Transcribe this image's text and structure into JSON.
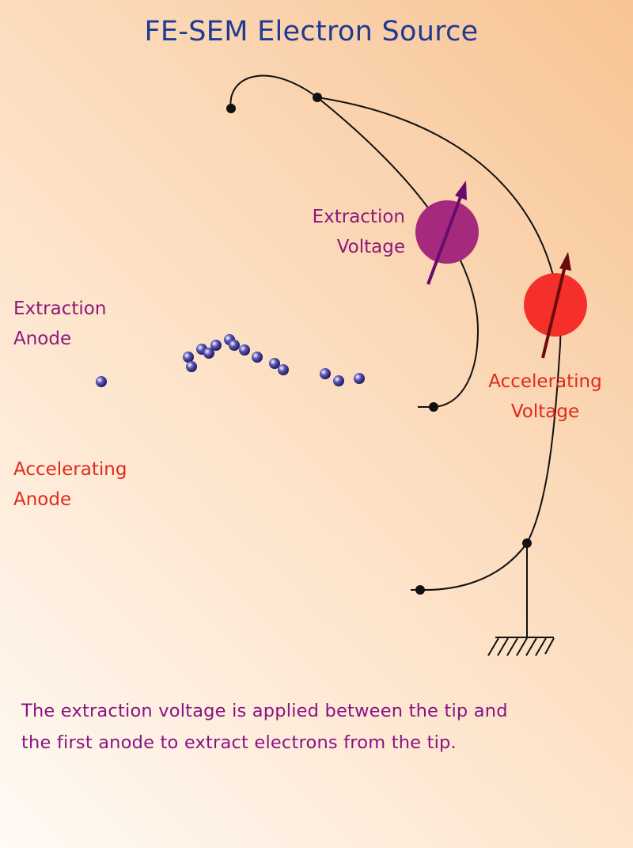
{
  "title": "FE-SEM Electron Source",
  "labels": {
    "extraction_voltage": [
      "Extraction",
      "Voltage"
    ],
    "accelerating_voltage": [
      "Accelerating",
      "Voltage"
    ],
    "extraction_anode": [
      "Extraction",
      "Anode"
    ],
    "accelerating_anode": [
      "Accelerating",
      "Anode"
    ]
  },
  "caption": [
    "The extraction voltage is applied between the tip and",
    "the first anode to extract electrons from the tip."
  ],
  "colors": {
    "title": "#1f3a93",
    "extraction": "#8b1a7a",
    "extraction_source_fill": "#a52a7e",
    "extraction_arrow": "#6b0a6e",
    "accelerating": "#e02a1c",
    "accelerating_source_fill": "#f5302a",
    "accelerating_arrow": "#6b0c0c",
    "caption": "#8a1282",
    "wire": "#111111",
    "electron": "#2e2a7a"
  },
  "icons": {
    "ground": "ground-symbol-icon",
    "variable_source": "variable-voltage-source-icon",
    "node": "circuit-node-icon",
    "electron": "electron-particle-icon"
  }
}
